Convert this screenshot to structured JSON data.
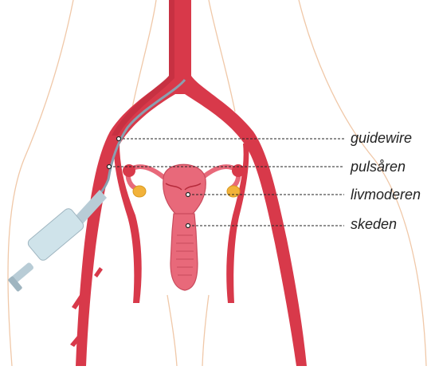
{
  "diagram": {
    "labels": [
      {
        "id": "guidewire",
        "text": "guidewire"
      },
      {
        "id": "artery",
        "text": "pulsåren"
      },
      {
        "id": "uterus",
        "text": "livmoderen"
      },
      {
        "id": "vagina",
        "text": "skeden"
      }
    ],
    "colors": {
      "artery": "#d8394a",
      "artery_dark": "#b52a3a",
      "organ": "#e8697a",
      "organ_dark": "#c94a5c",
      "skin_outline": "#f0c8a8",
      "guidewire": "#8aa0b0",
      "ovary": "#f2b23a",
      "syringe": "#cfe3ea",
      "leader_line": "#222222"
    }
  }
}
